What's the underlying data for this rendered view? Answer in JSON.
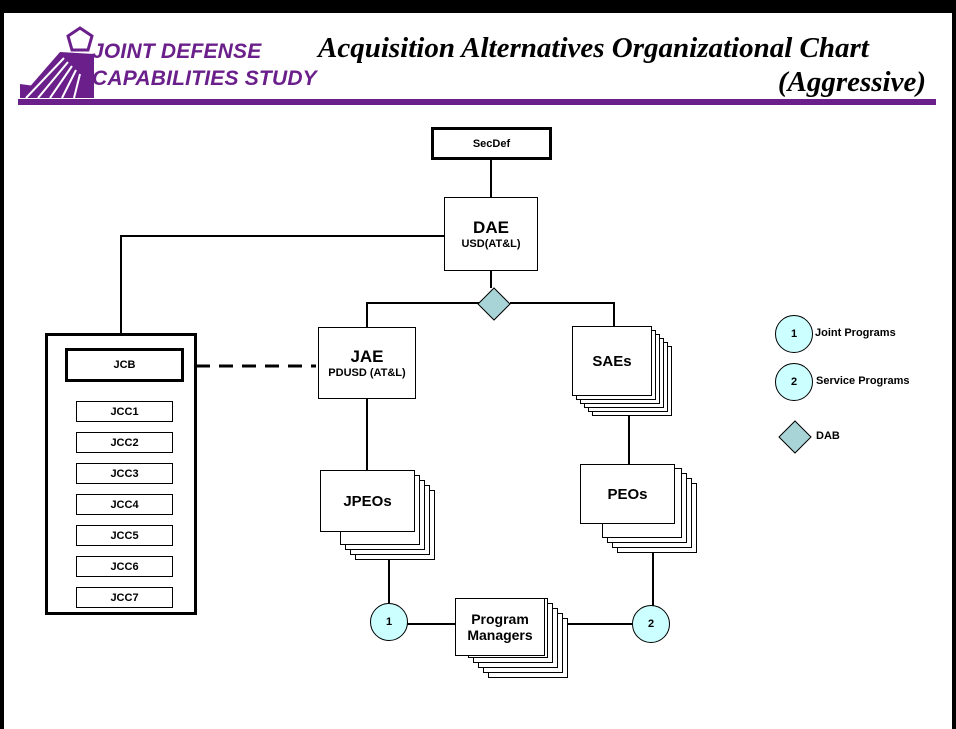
{
  "header": {
    "logo_line1": "JOINT DEFENSE",
    "logo_line2": "CAPABILITIES STUDY",
    "title_line1": "Acquisition Alternatives Organizational Chart",
    "title_line2": "(Aggressive)"
  },
  "nodes": {
    "secdef": "SecDef",
    "dae": "DAE",
    "dae_sub": "USD(AT&L)",
    "jae": "JAE",
    "jae_sub": "PDUSD (AT&L)",
    "saes": "SAEs",
    "jpeos": "JPEOs",
    "peos": "PEOs",
    "pm_line1": "Program",
    "pm_line2": "Managers",
    "jcb": "JCB",
    "jccs": [
      "JCC1",
      "JCC2",
      "JCC3",
      "JCC4",
      "JCC5",
      "JCC6",
      "JCC7"
    ],
    "circle1": "1",
    "circle2": "2"
  },
  "legend": {
    "item1_num": "1",
    "item1_label": "Joint Programs",
    "item2_num": "2",
    "item2_label": "Service Programs",
    "item3_label": "DAB"
  },
  "colors": {
    "brand_purple": "#6a1f8a",
    "circle_fill": "#ccffff",
    "diamond_fill": "#a8d4d8"
  }
}
